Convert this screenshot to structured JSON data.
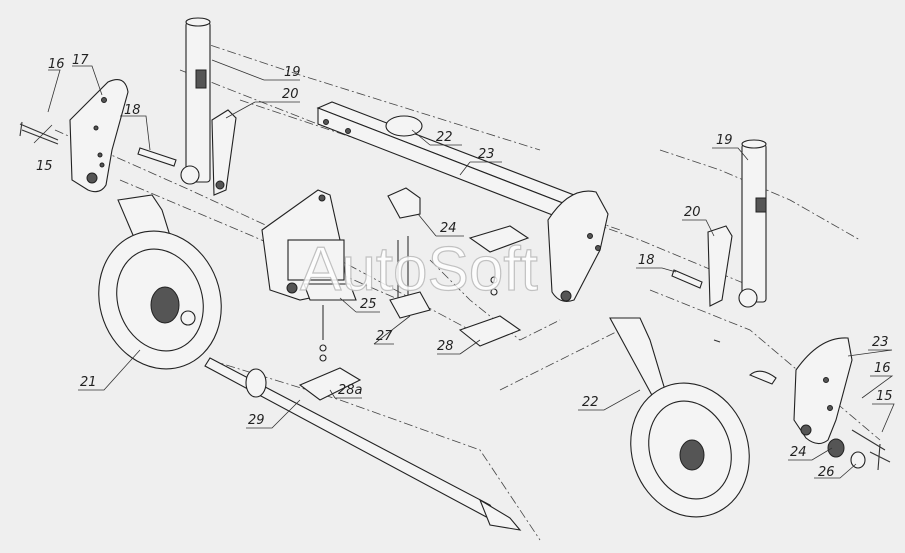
{
  "watermark": "AutoSoft",
  "callouts": [
    {
      "id": "c15a",
      "text": "15"
    },
    {
      "id": "c16a",
      "text": "16"
    },
    {
      "id": "c17",
      "text": "17"
    },
    {
      "id": "c18a",
      "text": "18"
    },
    {
      "id": "c19a",
      "text": "19"
    },
    {
      "id": "c20a",
      "text": "20"
    },
    {
      "id": "c22a",
      "text": "22"
    },
    {
      "id": "c23a",
      "text": "23"
    },
    {
      "id": "c24a",
      "text": "24"
    },
    {
      "id": "c25",
      "text": "25"
    },
    {
      "id": "c27",
      "text": "27"
    },
    {
      "id": "c28",
      "text": "28"
    },
    {
      "id": "c28a",
      "text": "28а"
    },
    {
      "id": "c21",
      "text": "21"
    },
    {
      "id": "c29",
      "text": "29"
    },
    {
      "id": "c19b",
      "text": "19"
    },
    {
      "id": "c20b",
      "text": "20"
    },
    {
      "id": "c18b",
      "text": "18"
    },
    {
      "id": "c22b",
      "text": "22"
    },
    {
      "id": "c23b",
      "text": "23"
    },
    {
      "id": "c16b",
      "text": "16"
    },
    {
      "id": "c15b",
      "text": "15"
    },
    {
      "id": "c24b",
      "text": "24"
    },
    {
      "id": "c26",
      "text": "26"
    }
  ]
}
